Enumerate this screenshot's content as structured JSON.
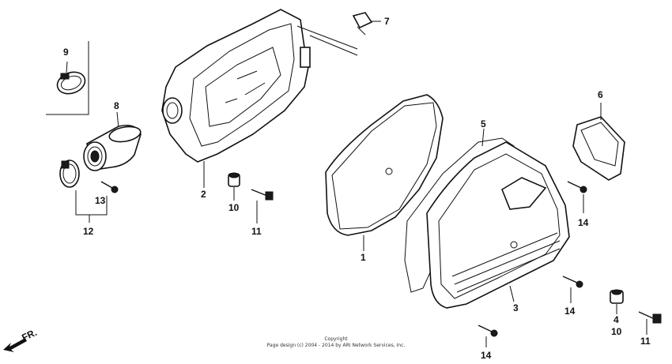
{
  "diagram": {
    "callouts": [
      {
        "id": "c1",
        "text": "1"
      },
      {
        "id": "c2",
        "text": "2"
      },
      {
        "id": "c3",
        "text": "3"
      },
      {
        "id": "c4",
        "text": "4"
      },
      {
        "id": "c5",
        "text": "5"
      },
      {
        "id": "c6",
        "text": "6"
      },
      {
        "id": "c7",
        "text": "7"
      },
      {
        "id": "c8",
        "text": "8"
      },
      {
        "id": "c9",
        "text": "9"
      },
      {
        "id": "c10a",
        "text": "10"
      },
      {
        "id": "c10b",
        "text": "10"
      },
      {
        "id": "c11a",
        "text": "11"
      },
      {
        "id": "c11b",
        "text": "11"
      },
      {
        "id": "c12",
        "text": "12"
      },
      {
        "id": "c13",
        "text": "13"
      },
      {
        "id": "c14a",
        "text": "14"
      },
      {
        "id": "c14b",
        "text": "14"
      },
      {
        "id": "c14c",
        "text": "14"
      }
    ],
    "direction_label": "FR.",
    "copyright_line1": "Copyright",
    "copyright_line2": "Page design (c) 2004 - 2014 by ARI Network Services, Inc."
  }
}
